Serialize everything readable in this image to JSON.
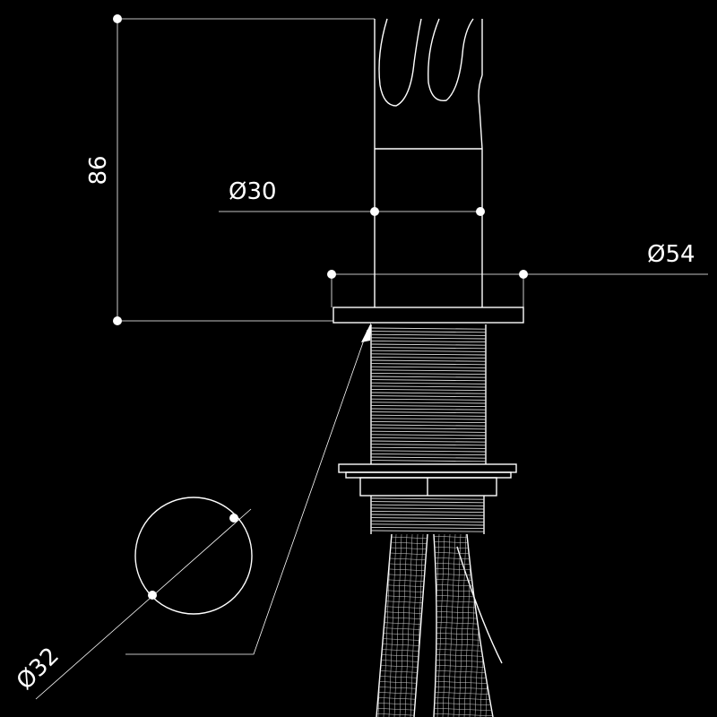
{
  "dimensions": {
    "height": "86",
    "body_diameter": "Ø30",
    "flange_diameter": "Ø54",
    "hole_diameter": "Ø32"
  },
  "colors": {
    "background": "#000000",
    "lines": "#ffffff"
  }
}
